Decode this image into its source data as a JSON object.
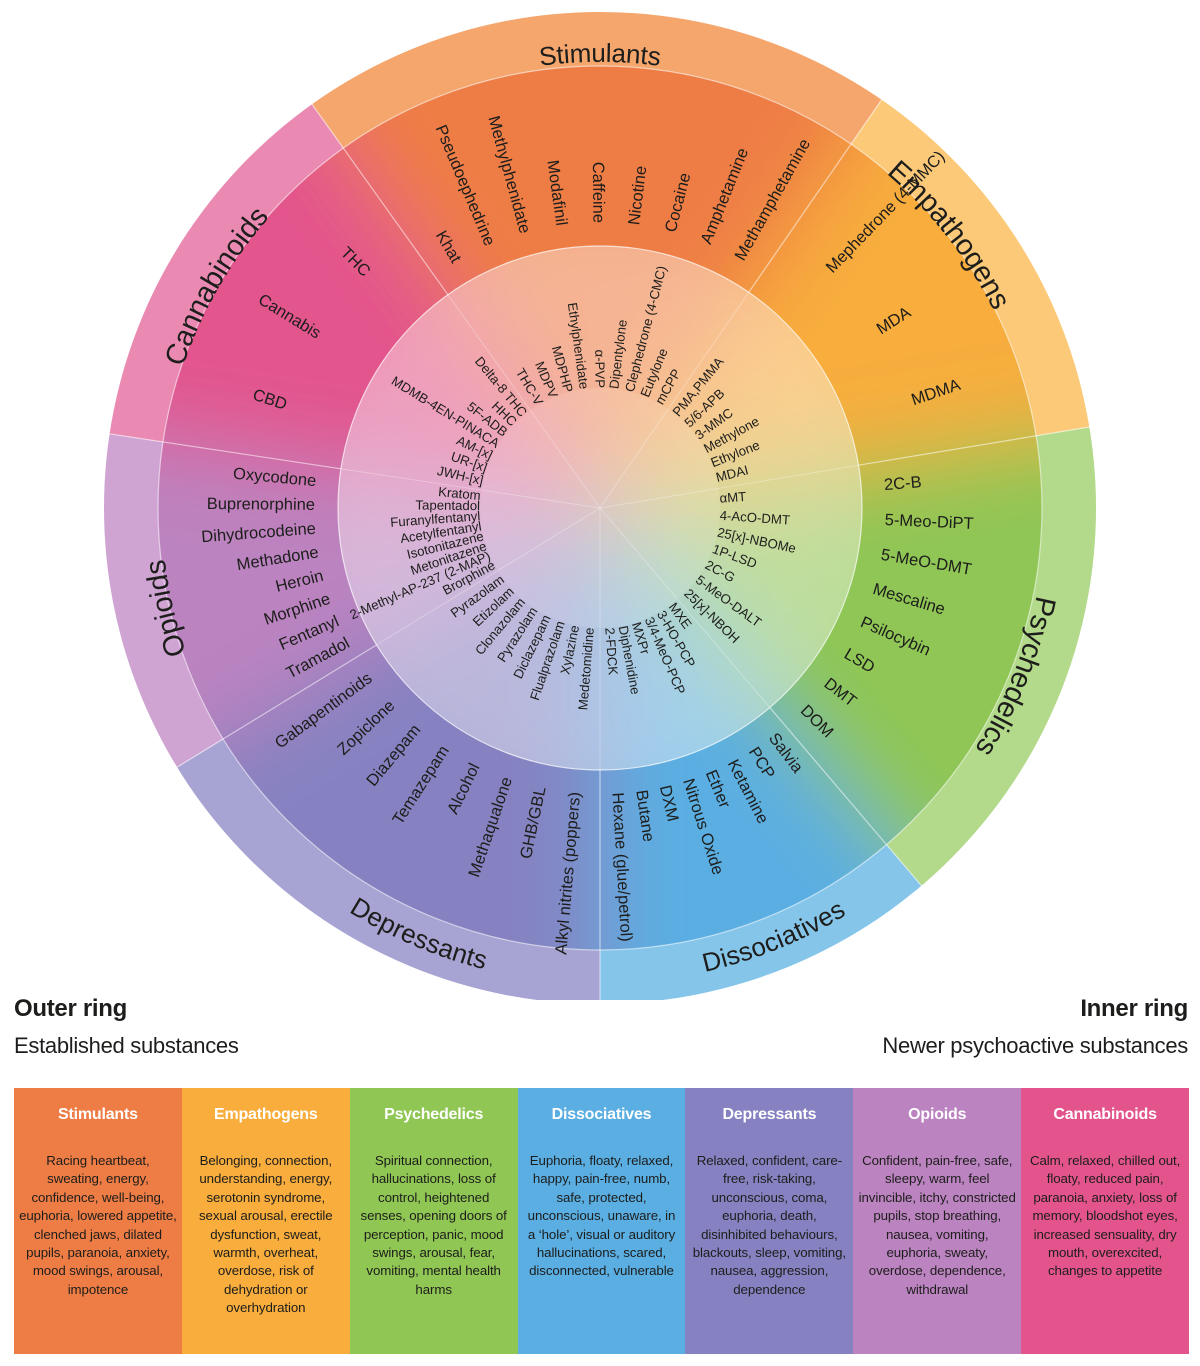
{
  "categories": [
    {
      "id": "stimulants",
      "name": "Stimulants",
      "color": "#ee7d45",
      "ring_color": "#f4a66d",
      "start": -35.5,
      "end": 34.6,
      "label_deg": 0,
      "label_r": 453,
      "label_size": 26,
      "outer": [
        "Khat",
        "Pseudoephedrine",
        "Methylphenidate",
        "Modafinil",
        "Caffeine",
        "Nicotine",
        "Cocaine",
        "Amphetamine",
        "Methamphetamine"
      ],
      "inner": [
        "THC-V",
        "MDPV",
        "MDPHP",
        "Ethylphenidate",
        "α-PVP",
        "Dipentylone",
        "Clephedrone (4-CMC)",
        "Eutylone",
        "mCPP"
      ],
      "desc": "Racing heartbeat, sweating, energy, confidence, well-being, euphoria, lowered appetite, clenched jaws, dilated pupils, paranoia, anxiety, mood swings, arousal, impotence"
    },
    {
      "id": "empathogens",
      "name": "Empathogens",
      "color": "#f8ad3d",
      "ring_color": "#fbc978",
      "start": 34.6,
      "end": 80.6,
      "label_deg": 52,
      "label_r": 448,
      "label_size": 29,
      "outer": [
        "Mephedrone (4-MMC)",
        "MDA",
        "MDMA"
      ],
      "inner": [
        "PMA,PMMA",
        "5/6-APB",
        "3-MMC",
        "Methylone",
        "Ethylone",
        "MDAI"
      ],
      "desc": "Belonging, connection, understanding, energy, serotonin syndrome, sexual arousal, erectile dysfunction, sweat, warmth, overheat, overdose, risk of dehydration or overhydration"
    },
    {
      "id": "psychedelics",
      "name": "Psychedelics",
      "color": "#8fc654",
      "ring_color": "#b3d98a",
      "start": 80.6,
      "end": 139.6,
      "label_deg": 112,
      "label_r": 453,
      "label_size": 29,
      "outer": [
        "2C-B",
        "5-Meo-DiPT",
        "5-MeO-DMT",
        "Mescaline",
        "Psilocybin",
        "LSD",
        "DMT",
        "DOM"
      ],
      "inner": [
        "αMT",
        "4-AcO-DMT",
        "25[x]-NBOMe",
        "1P-LSD",
        "2C-G",
        "5-MeO-DALT",
        "25[x]-NBOH"
      ],
      "desc": "Spiritual connection, hallucinations, loss of control, heightened senses, opening doors of perception, panic, mood swings, arousal, fear, vomiting, mental health harms"
    },
    {
      "id": "dissociatives",
      "name": "Dissociatives",
      "color": "#5aaee2",
      "ring_color": "#86c5ea",
      "start": 139.6,
      "end": 180,
      "label_deg": 158,
      "label_r": 450,
      "label_size": 26,
      "outer": [
        "Salvia",
        "PCP",
        "Ketamine",
        "Ether",
        "Nitrous Oxide",
        "DXM",
        "Butane",
        "Hexane (glue/petrol)"
      ],
      "inner": [
        "MXE",
        "3-HO-PCP",
        "3/4-MeO-PCP",
        "MXPr",
        "Diphenidine",
        "2-FDCK"
      ],
      "desc": "Euphoria, floaty, relaxed, happy, pain-free, numb, safe, protected, unconscious, unaware, in a ‘hole’, visual or auditory hallucinations, scared, disconnected, vulnerable"
    },
    {
      "id": "depressants",
      "name": "Depressants",
      "color": "#8682c1",
      "ring_color": "#a7a3d3",
      "start": 180,
      "end": 238.5,
      "label_deg": 203,
      "label_r": 450,
      "label_size": 26,
      "outer": [
        "Alkyl nitrites (poppers)",
        "GHB/GBL",
        "Methaqualone",
        "Alcohol",
        "Temazepam",
        "Diazepam",
        "Zopiclone",
        "Gabapentinoids"
      ],
      "inner": [
        "Medetomidine",
        "Xylazine",
        "Flualprazolam",
        "Diclazepam",
        "Pyrazolam",
        "Clonazolam",
        "Etizolam",
        "Pyrazolam"
      ],
      "desc": "Relaxed, confident, care-free, risk-taking, unconscious, coma, euphoria, death, disinhibited behaviours, blackouts, sleep, vomiting, nausea, aggression, dependence"
    },
    {
      "id": "opioids",
      "name": "Opioids",
      "color": "#bb83c0",
      "ring_color": "#cfa4d3",
      "start": 238.5,
      "end": 278.6,
      "label_deg": 257,
      "label_r": 446,
      "label_size": 29,
      "outer": [
        "Tramadol",
        "Fentanyl",
        "Morphine",
        "Heroin",
        "Methadone",
        "Dihydrocodeine",
        "Buprenorphine",
        "Oxycodone"
      ],
      "inner": [
        "Brorphine",
        "2-Methyl-AP-237 (2-MAP)",
        "Metonitazene",
        "Isotonitazene",
        "Acetylfentanyl",
        "Furanylfentanyl",
        "Tapentadol",
        "Kratom"
      ],
      "desc": "Confident, pain-free, safe, sleepy, warm, feel invincible, itchy, constricted pupils, stop breathing, nausea, vomiting, euphoria, sweaty, overdose, dependence, withdrawal"
    },
    {
      "id": "cannabinoids",
      "name": "Cannabinoids",
      "color": "#e3548d",
      "ring_color": "#ea8ab3",
      "start": 278.6,
      "end": 324.5,
      "label_deg": 300,
      "label_r": 448,
      "label_size": 29,
      "outer": [
        "CBD",
        "Cannabis",
        "THC"
      ],
      "inner": [
        "JWH-[x]",
        "UR-[x]",
        "AM-[x]",
        "MDMB-4EN-PINACA",
        "5F-ADB",
        "HHC",
        "Delta-8 THC"
      ],
      "desc": "Calm, relaxed, chilled out, floaty, reduced pain, paranoia, anxiety, loss of memory, bloodshot eyes, increased sensuality, dry mouth, overexcited, changes to appetite"
    }
  ],
  "legend": {
    "outer_title": "Outer ring",
    "outer_sub": "Established substances",
    "inner_title": "Inner ring",
    "inner_sub": "Newer psychoactive substances"
  }
}
